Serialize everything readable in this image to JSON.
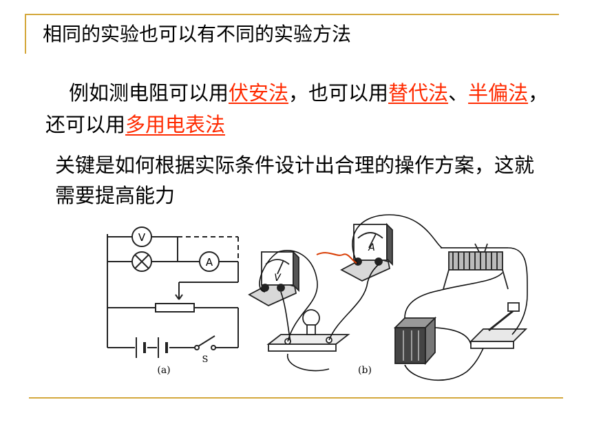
{
  "slide": {
    "title": "相同的实验也可以有不同的实验方法",
    "paragraph1": {
      "part1": "例如测电阻可以用",
      "method_voltammetry": "伏安法",
      "part2": "，也可以用",
      "method_substitution": "替代法",
      "part3": "、",
      "method_half_deflection": "半偏法",
      "part4": "，还可以用",
      "method_multimeter": "多用电表法"
    },
    "paragraph2": "关键是如何根据实际条件设计出合理的操作方案，这就需要提高能力",
    "figure": {
      "label_a": "(a)",
      "label_b": "(b)",
      "voltmeter_symbol": "V",
      "ammeter_symbol": "A",
      "switch_label": "S"
    }
  },
  "colors": {
    "accent_rule": "#d4a83c",
    "highlight_text": "#ff2a00",
    "body_text": "#000000"
  }
}
